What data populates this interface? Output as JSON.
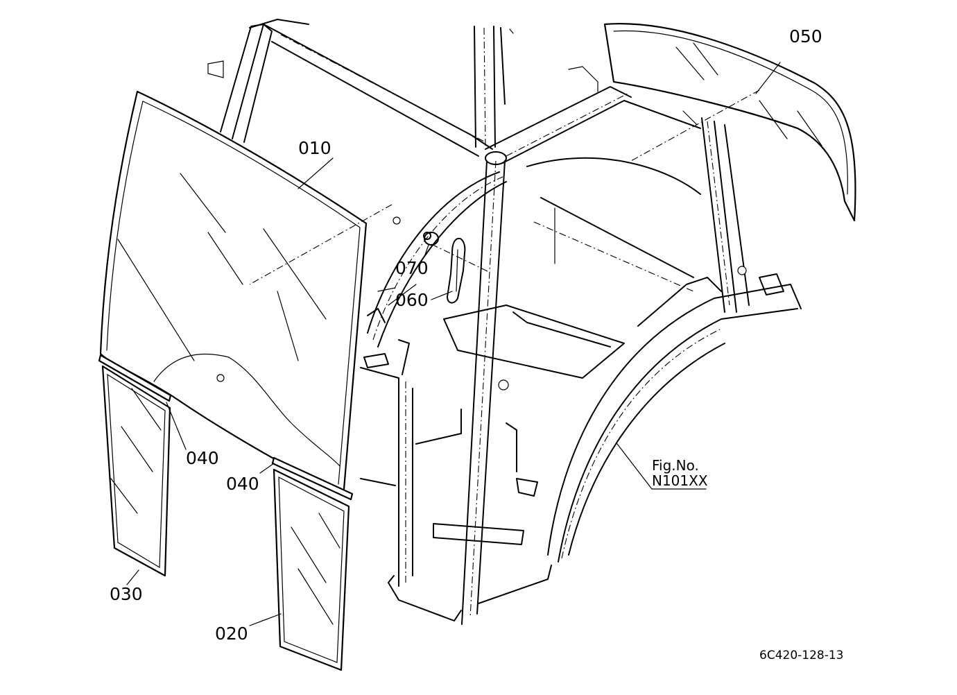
{
  "callouts": {
    "p010": "010",
    "p020": "020",
    "p030": "030",
    "p040a": "040",
    "p040b": "040",
    "p050": "050",
    "p060": "060",
    "p070": "070"
  },
  "figure": {
    "label": "Fig.No.",
    "number": "N101XX"
  },
  "drawing_code": "6C420-128-13",
  "colors": {
    "line": "#000000",
    "background": "#ffffff"
  }
}
